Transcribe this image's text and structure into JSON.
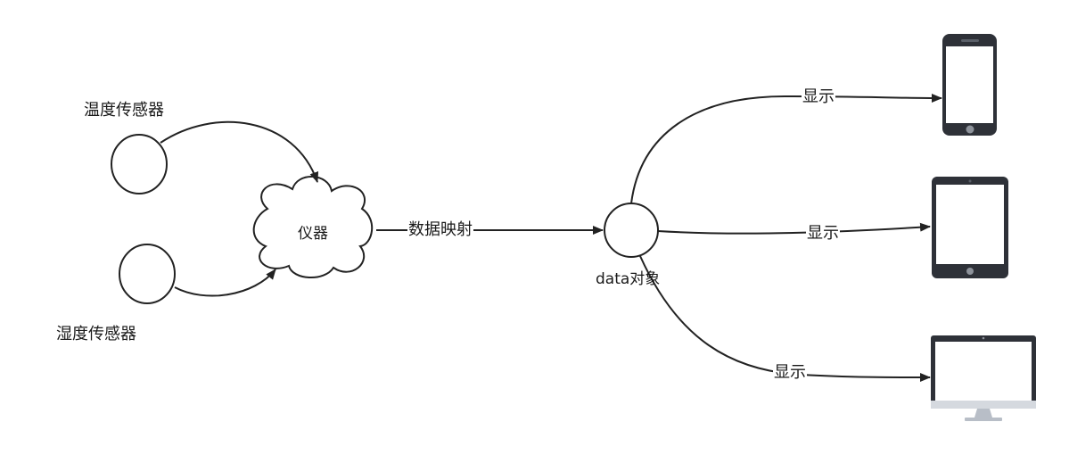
{
  "nodes": {
    "temperature_sensor": "温度传感器",
    "humidity_sensor": "湿度传感器",
    "instrument": "仪器",
    "data_object": "data对象"
  },
  "edges": {
    "mapping": "数据映射",
    "display_phone": "显示",
    "display_tablet": "显示",
    "display_monitor": "显示"
  },
  "devices": [
    "phone-icon",
    "tablet-icon",
    "monitor-icon"
  ],
  "colors": {
    "stroke": "#222222",
    "device_body": "#2e3138",
    "device_screen": "#ffffff",
    "monitor_stand": "#c9ced6"
  }
}
